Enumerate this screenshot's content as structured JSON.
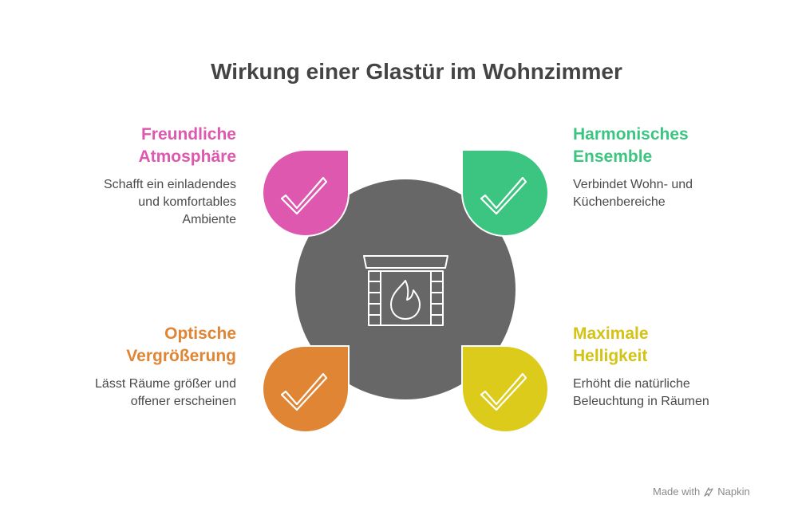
{
  "title": "Wirkung einer Glastür im Wohnzimmer",
  "center": {
    "icon": "fireplace-icon",
    "color": "#676767"
  },
  "items": [
    {
      "id": "top-left",
      "heading_line1": "Freundliche",
      "heading_line2": "Atmosphäre",
      "description_line1": "Schafft ein einladendes",
      "description_line2": "und komfortables",
      "description_line3": "Ambiente",
      "color": "#DD58AE",
      "icon": "checkmark-icon"
    },
    {
      "id": "top-right",
      "heading_line1": "Harmonisches",
      "heading_line2": "Ensemble",
      "description_line1": "Verbindet Wohn- und",
      "description_line2": "Küchenbereiche",
      "color": "#3CC580",
      "icon": "checkmark-icon"
    },
    {
      "id": "bottom-left",
      "heading_line1": "Optische",
      "heading_line2": "Vergrößerung",
      "description_line1": "Lässt Räume größer und",
      "description_line2": "offener erscheinen",
      "color": "#E08534",
      "icon": "checkmark-icon"
    },
    {
      "id": "bottom-right",
      "heading_line1": "Maximale",
      "heading_line2": "Helligkeit",
      "description_line1": "Erhöht die natürliche",
      "description_line2": "Beleuchtung in Räumen",
      "color": "#DDCB1C",
      "icon": "checkmark-icon"
    }
  ],
  "footer": {
    "made_with": "Made with",
    "brand": "Napkin",
    "icon": "napkin-logo-icon"
  }
}
